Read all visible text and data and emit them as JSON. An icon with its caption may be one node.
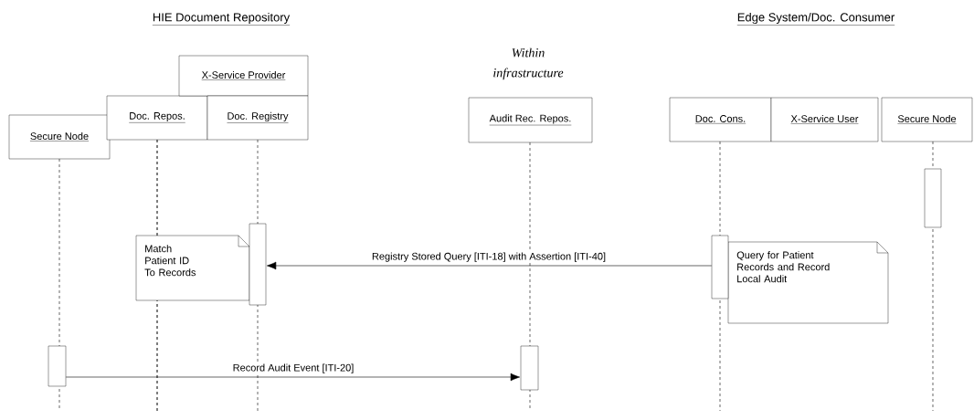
{
  "diagram": {
    "nodes": [
      {
        "text": [
          "Secure Node"
        ]
      },
      {
        "text": [
          "Doc. Repos."
        ]
      },
      {
        "text": [
          "X-Service Provider"
        ]
      },
      {
        "text": [
          "Doc. Registry"
        ]
      },
      {
        "text": [
          "Audit Rec. Repos."
        ]
      },
      {
        "text": [
          "Doc. Cons."
        ]
      },
      {
        "text": [
          "X-Service User"
        ]
      },
      {
        "text": [
          "Secure Node"
        ]
      },
      {
        "text": [
          "Match Patient ID To Records"
        ]
      },
      {
        "text": [
          "Query for Patient Records and Record Local Audit"
        ]
      },
      {
        "text": [],
        "shape": "bar"
      },
      {
        "text": [],
        "shape": "bar"
      },
      {
        "text": [],
        "shape": "bar"
      },
      {
        "text": [],
        "shape": "bar"
      },
      {
        "text": [],
        "shape": "bar"
      }
    ],
    "edges": [
      {
        "from": 13,
        "to": 11,
        "arrow": "to",
        "label": "Registry Stored Query [ITI-18] with Assertion [ITI-40]"
      },
      {
        "from": 10,
        "to": 12,
        "arrow": "to",
        "label": "Record Audit Event [ITI-20]"
      }
    ],
    "labels": [
      "HIE Document Repository",
      "Edge System/Doc. Consumer",
      "Within infrastructure"
    ]
  }
}
